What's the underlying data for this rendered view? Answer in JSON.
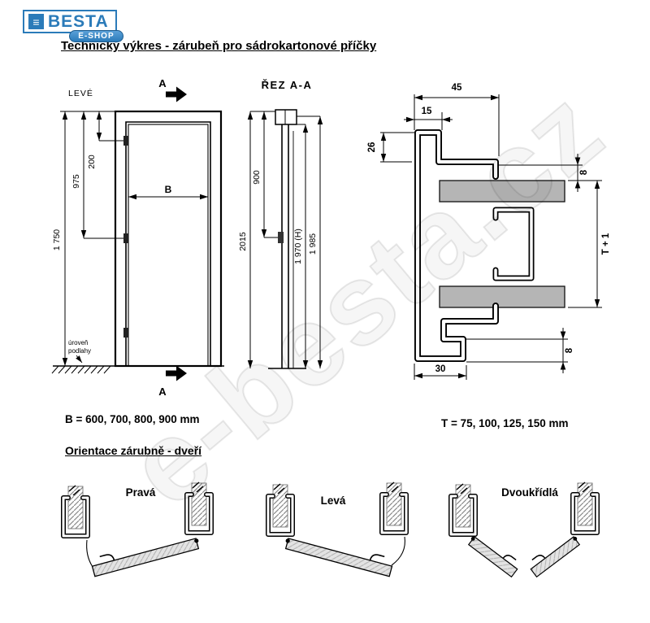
{
  "logo": {
    "icon": "≡",
    "name": "BESTA",
    "sub": "E-SHOP"
  },
  "title": "Technický výkres - zárubeň pro sádrokartonové příčky",
  "watermark": "e-besta.cz",
  "front_view": {
    "hand_label": "LEVÉ",
    "section_marker": "A",
    "dims": {
      "d200": "200",
      "d975": "975",
      "d1750": "1 750",
      "width": "B"
    },
    "floor_line1": "úroveň",
    "floor_line2": "podlahy"
  },
  "section_view": {
    "title": "ŘEZ A-A",
    "dims": {
      "d900": "900",
      "d2015": "2015",
      "d1970": "1 970 (H)",
      "d1985": "1 985"
    }
  },
  "profile_view": {
    "dims": {
      "d45": "45",
      "d15": "15",
      "d8top": "8",
      "d26": "26",
      "t1": "T + 1",
      "d30": "30",
      "d8bottom": "8"
    }
  },
  "notes": {
    "b": "B = 600, 700, 800, 900 mm",
    "t": "T = 75, 100, 125, 150 mm"
  },
  "orientation": {
    "heading": "Orientace zárubně - dveří",
    "items": [
      {
        "label": "Pravá"
      },
      {
        "label": "Levá"
      },
      {
        "label": "Dvoukřídlá"
      }
    ]
  }
}
